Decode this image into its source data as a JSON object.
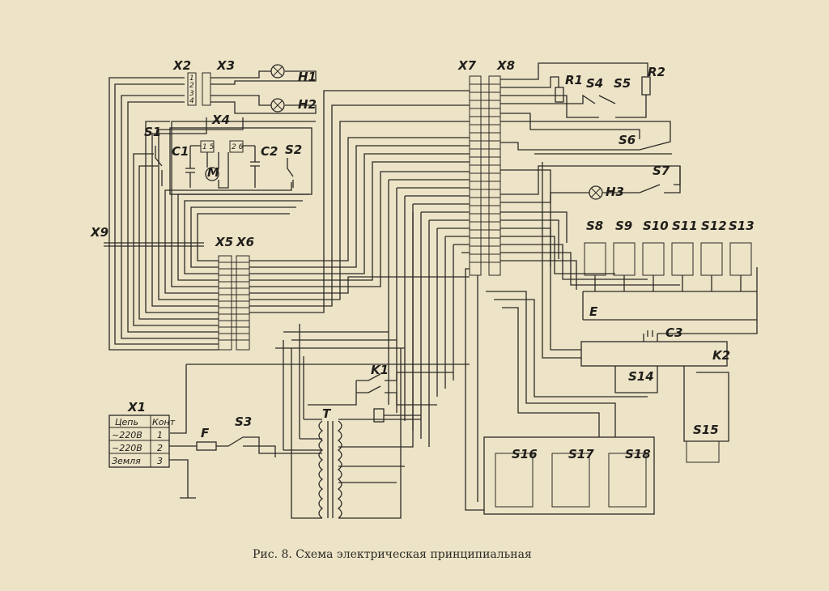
{
  "caption": "Рис. 8. Схема электрическая принципиальная",
  "labels": {
    "X1": "X1",
    "X2": "X2",
    "X3": "X3",
    "X4": "X4",
    "X5": "X5",
    "X6": "X6",
    "X7": "X7",
    "X8": "X8",
    "X9": "X9",
    "H1": "H1",
    "H2": "H2",
    "H3": "H3",
    "S1": "S1",
    "S2": "S2",
    "S3": "S3",
    "S4": "S4",
    "S5": "S5",
    "S6": "S6",
    "S7": "S7",
    "S8": "S8",
    "S9": "S9",
    "S10": "S10",
    "S11": "S11",
    "S12": "S12",
    "S13": "S13",
    "S14": "S14",
    "S15": "S15",
    "S16": "S16",
    "S17": "S17",
    "S18": "S18",
    "R1": "R1",
    "R2": "R2",
    "C1": "C1",
    "C2": "C2",
    "C3": "C3",
    "M": "M",
    "K1": "K1",
    "K2": "K2",
    "T": "T",
    "F": "F",
    "E": "E"
  },
  "x1_table": {
    "header": [
      "Цепь",
      "Конт"
    ],
    "rows": [
      [
        "~220В",
        "1"
      ],
      [
        "~220В",
        "2"
      ],
      [
        "Земля",
        "3"
      ]
    ]
  }
}
